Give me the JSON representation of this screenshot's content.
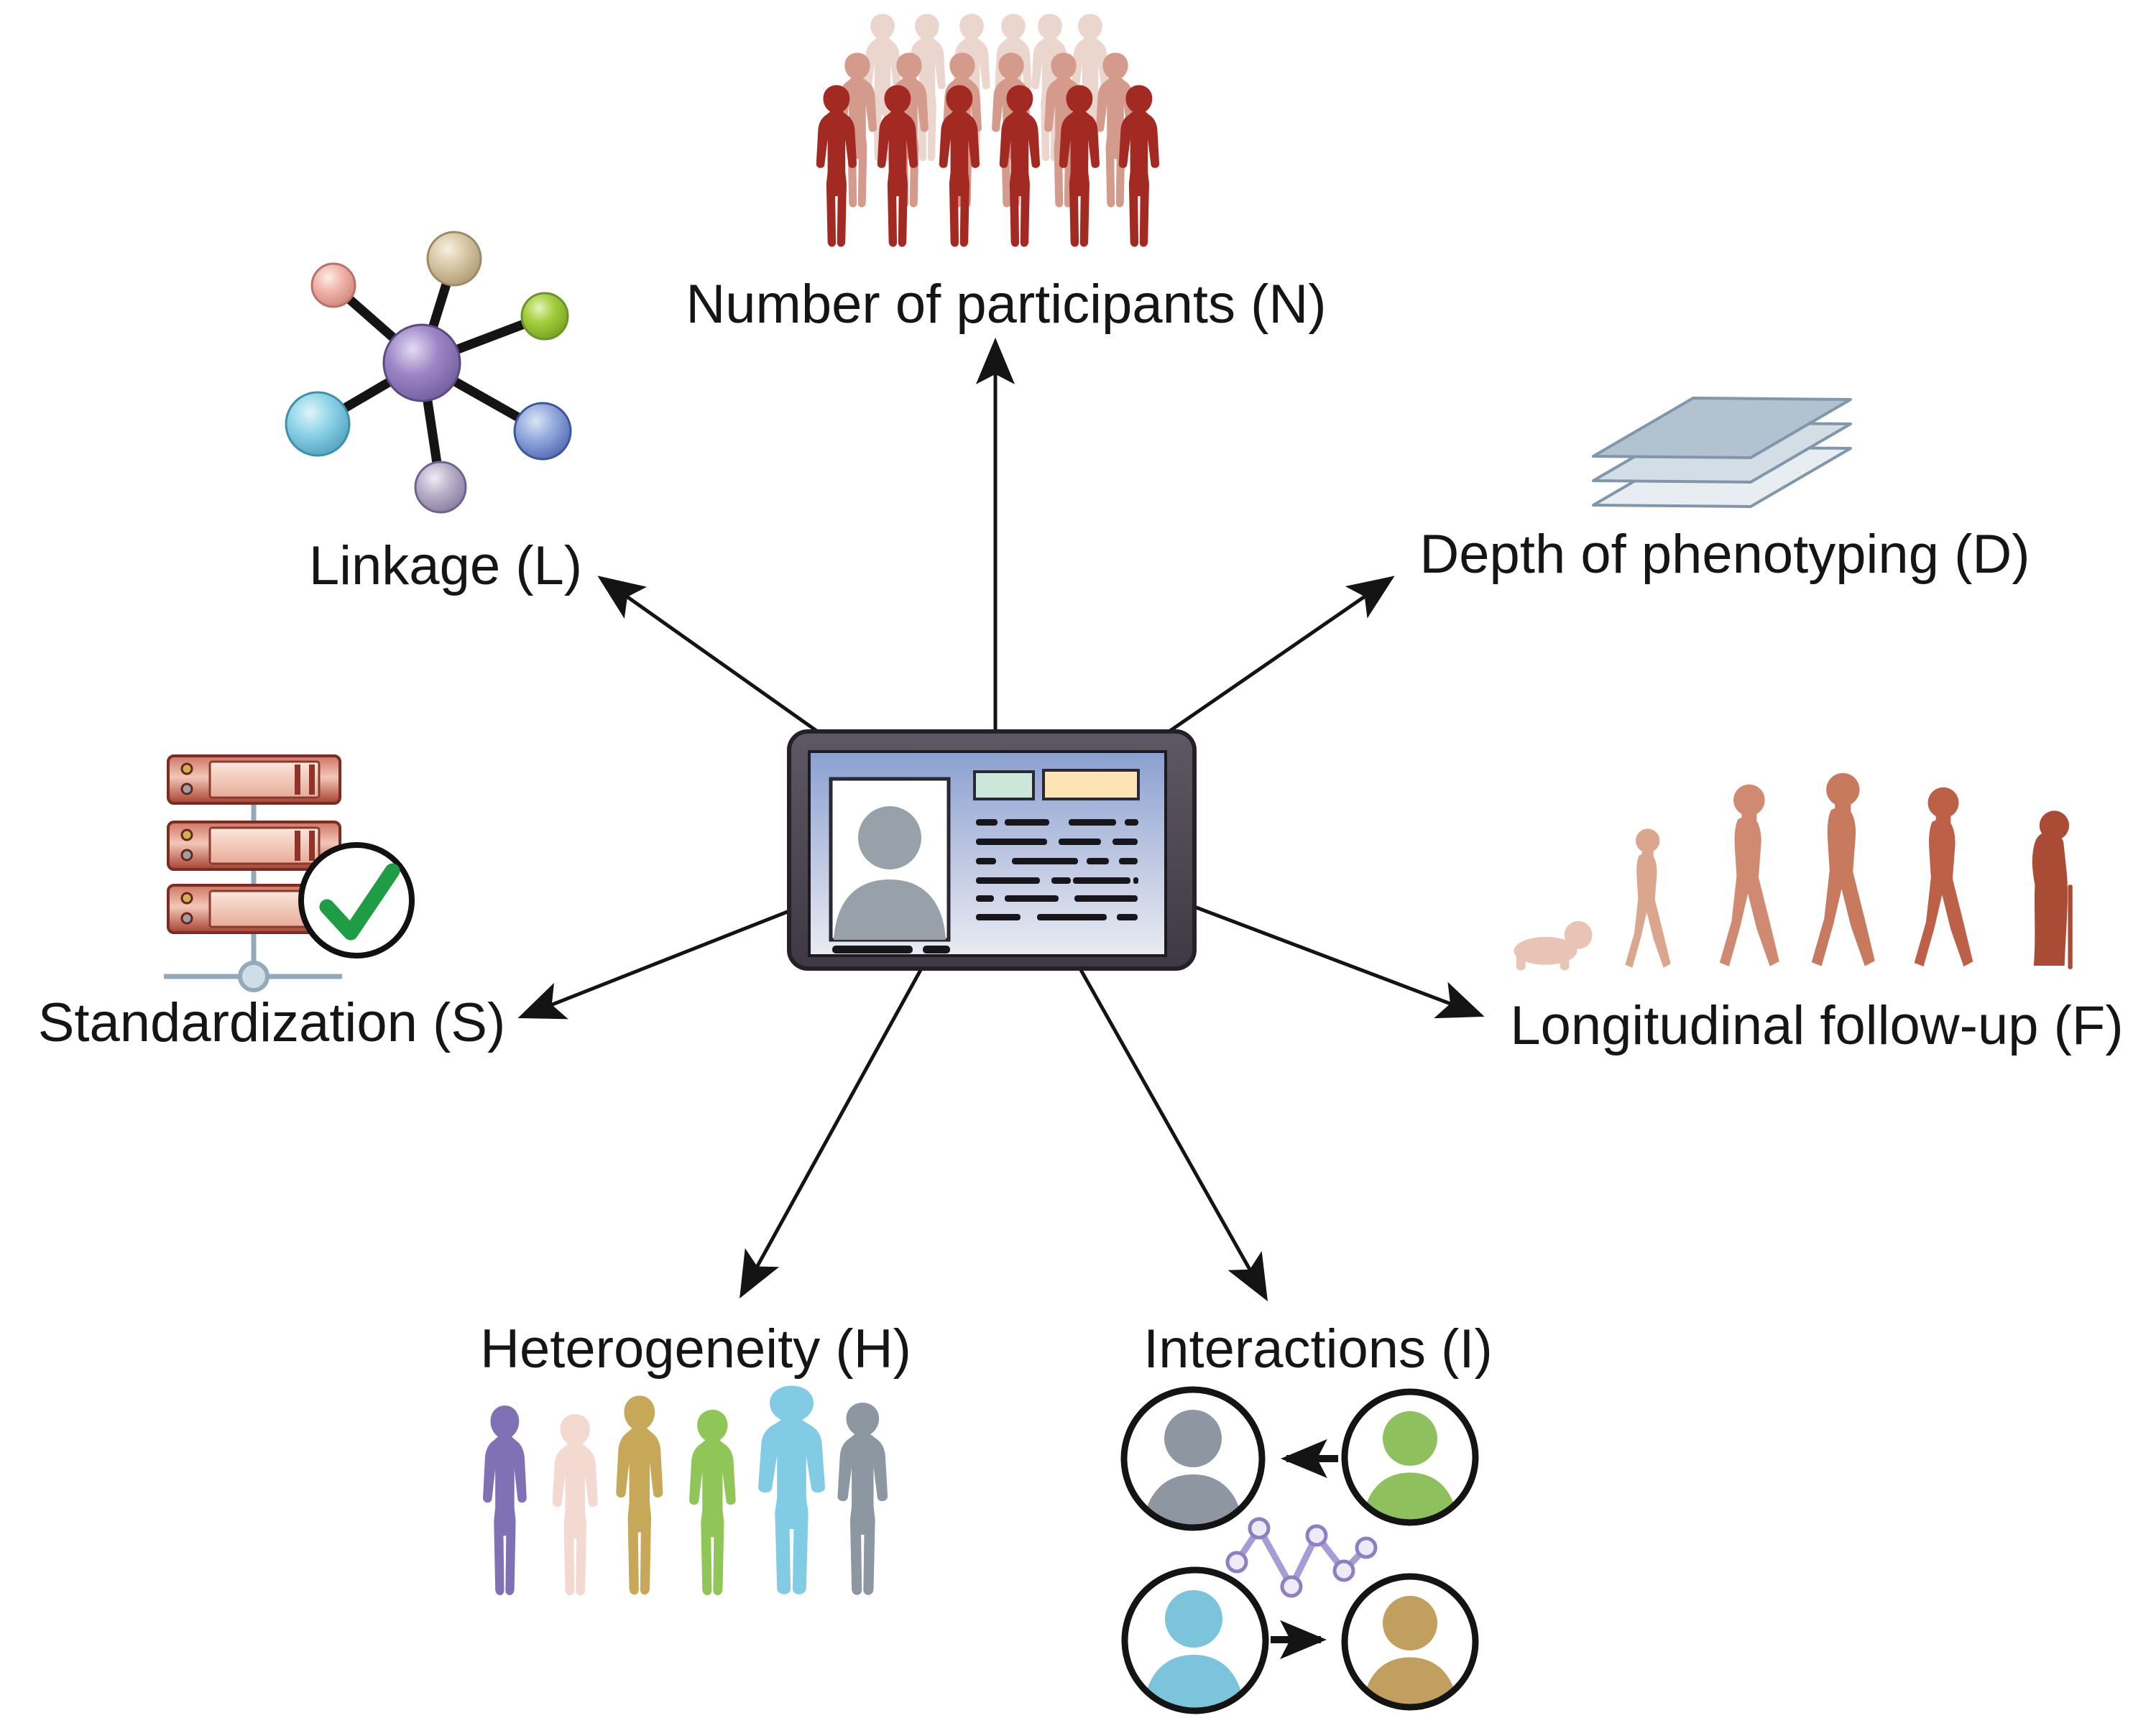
{
  "figure": {
    "title_hidden": "",
    "background_color": "#ffffff",
    "center_icon": "patient-record-tablet",
    "labels": {
      "participants": "Number of participants (N)",
      "linkage": "Linkage (L)",
      "depth": "Depth of phenotyping (D)",
      "standardization": "Standardization (S)",
      "longitudinal": "Longitudinal follow-up (F)",
      "heterogeneity": "Heterogeneity (H)",
      "interactions": "Interactions (I)"
    },
    "icons": [
      "crowd-icon",
      "network-hub-icon",
      "stacked-layers-icon",
      "server-stack-icon",
      "checkmark-icon",
      "tablet-record-icon",
      "aging-silhouettes-icon",
      "diverse-people-icon",
      "interaction-circles-icon",
      "zigzag-graph-icon",
      "arrow-icon"
    ],
    "palette": {
      "arrow_black": "#141414",
      "crowd_front_red": "#a32a22",
      "crowd_mid_salmon": "#d49a8b",
      "crowd_back_pale": "#ebd6cd",
      "hub_purple": "#9d86c6",
      "node_pink": "#f0b3aa",
      "node_tan": "#d8c8a5",
      "node_green": "#a3cd3c",
      "node_cyan": "#8ed4e8",
      "node_blue": "#93a9dd",
      "node_lavender": "#b9b0ca",
      "layer_blue": "#b2c2d1",
      "server_red": "#c9705e",
      "check_green": "#1f9d44",
      "tablet_bezel": "#4a4550",
      "screen_blue_top": "#8aa0d0",
      "chip_mint": "#cbe7da",
      "chip_peach": "#fce4b4",
      "aging_light": "#e7c4b5",
      "aging_dark": "#aa4b35",
      "het_purple": "#8071b5",
      "het_pink": "#f3d9d0",
      "het_tan": "#c7a758",
      "het_green": "#90c558",
      "het_blue": "#82cbe5",
      "het_gray": "#8d97a2",
      "zigzag_purple": "#a79cd6"
    }
  }
}
